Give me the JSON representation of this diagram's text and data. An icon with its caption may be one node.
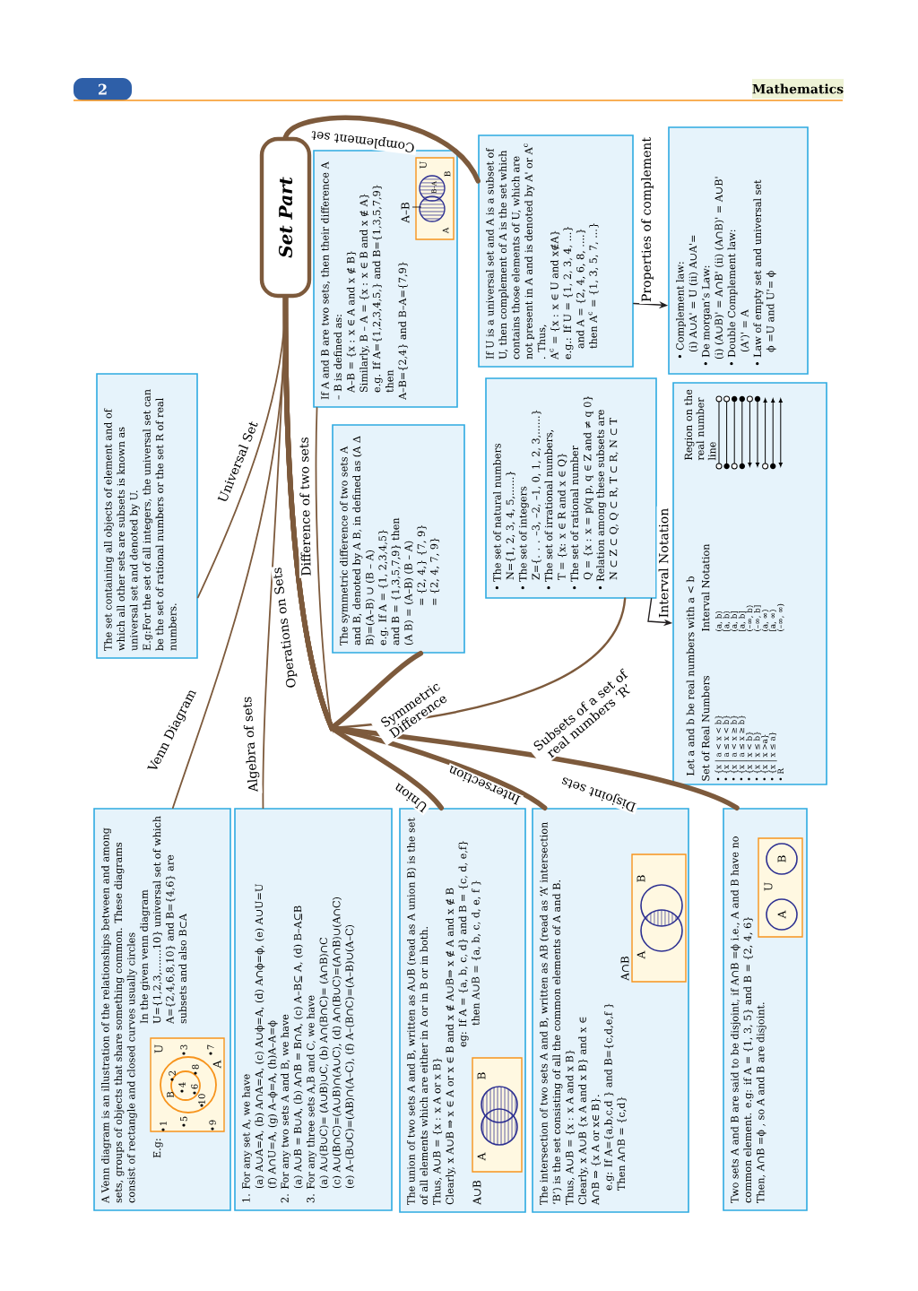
{
  "diagram": {
    "nodes": [
      {
        "text": [
          "Set Part"
        ]
      },
      {
        "text": [
          "The set containing all objects of element and of which all other sets are subsets is known as universal set and denoted by U.",
          "E.g:For the set of all integers, the universal set can be the set of rational numbers or the set R of real numbers."
        ]
      },
      {
        "text": [
          "A Venn diagram is an illustration of the relationships between and among sets, groups of objects that share something common. These diagrams consist of rectangle and closed curves usually circles",
          "E.g:",
          "In the given venn diagram U={1,2,3,.......10} universal set of which A={2,4,6,8,10} and B={4,6} are subsets and also B⊂A"
        ]
      },
      {
        "text": [
          "1. For any set A, we have",
          "(a) A∪A=A, (b) A∩A=A, (c) A∪ϕ=A, (d) A∩ϕ=ϕ, (e) A∪U=U",
          "(f) A∩U=A, (g) A–ϕ=A, (h)A–A=ϕ",
          "2. For any two sets A and B, we have",
          "(a) A∪B = B∪A, (b) A∩B = B∩A, (c) A–B⊆ A, (d) B–A⊆B",
          "3. For any three sets A,B and C, we have",
          "(a) A∪(B∪C)= (A∪B)∪C, (b) A∩(B∩C)= (A∩B)∩C",
          "(c) A∪(B∩C)=(A∪B)∩(A∪C), (d) A∩(B∪C)=(A∩B)∪(A∩C)",
          "(e) A–(B∪C)=(AB)∩(A–C), (f) A–(B∩C)=(A–B)∪(A–C)"
        ]
      },
      {
        "text": [
          "The union of two sets A and B, written as A∪B (read as A union B) is the set of all elements which are either in A or in B or in both.",
          "Thus, A∪B = {x : x A or x B}",
          "Clearly, x A∪B ⇒ x ∈ A or x ∈ B and x ∉ A∪B⇒ x ∉ A and x ∉ B",
          "eg: If A = {a, b, c, d} and B = {c, d, e,f}",
          "then A∪B = {a, b, c, d, e, f }"
        ]
      },
      {
        "text": [
          "The intersection of two sets A and B, written as AB (read as ‘A’ intersection ‘B’) is the set consisting of all the common elements of A and B.",
          "Thus, A∪B = {x : x A and x B}",
          "Clearly, x A∪B {x A and x B} and x ∈ A∩B ⇒ {x A or x∈ B}.",
          "e.g: If A={a,b,c,d } and B={c,d,e,f }",
          "Then A∩B = {c,d}"
        ]
      },
      {
        "text": [
          "Two sets A and B are said to be disjoint, if A∩B =ϕ i.e., A and B have no common element. e.g: if A = {1, 3, 5} and B = {2, 4, 6}",
          "Then, A∩B =ϕ , so A and B are disjoint."
        ]
      },
      {
        "text": [
          "The symmetric difference of two sets A and B, denoted by A B, in defined as (A Δ B)=(A–B) ∪ (B – A)",
          "e.g. If A = {1, 2,3,4,5}",
          "and B = {1,3,5,7,9} then",
          "(A B) = (A–B) (B – A)",
          "= {2, 4,} {7, 9}",
          "= {2, 4, 7, 9}"
        ]
      },
      {
        "text": [
          "If A and B are two sets, then their difference A – B is defined as:",
          "A–B = {x : x ∈ A and x ∉ B}",
          "Similarly, B – A = {x : x ∈ B and x ∉ A}",
          "e.g. If A={1,2,3,4,5,} and B={1,3,5,7,9}",
          "then",
          "A–B={2,4} and B–A={7,9}"
        ]
      },
      {
        "text": [
          "If U is a universal set and A is a subset of U, then complement of A is the set which contains those elements of U, which are not present in A and is denoted by A' or A$^{c}$ . Thus,",
          "A$^{c}$ = {x : x ∈ U and x∉A}",
          "e.g.: If U = {1, 2, 3, 4, ...}",
          "and A = {2, 4, 6, 8, ....}",
          "then A$^{c}$ = {1, 3, 5, 7, ...}"
        ]
      },
      {
        "text": [
          "• Complement law:",
          "(i) A∪A' = U (ii) A∪A'=",
          "• De morgan’s Law:",
          "(i) (A∪B)' = A∩B' (ii) (A∩B)' = A∪B'",
          "• Double Complement law:",
          "(A')' = A",
          "• Law of empty set and universal set",
          "ϕ =U and U'= ϕ"
        ]
      },
      {
        "text": [
          "• The set of natural numbers",
          "N={1, 2, 3, 4, 5,......}",
          "• The set of integers",
          "Z={. . . –3, –2, –1, 0, 1, 2, 3,......}",
          "• The set of irrational numbers,",
          "T = {x: x ∈ R and x ∈ Q}",
          "• The set of rational number",
          "Q = {x : x = p/q p, q ∈ Z and ≠ q 0}",
          "• Relation among these subsets are",
          "N ⊂ Z ⊂ Q, Q ⊂ R, T ⊂ R, N ⊂ T"
        ]
      },
      {
        "text": [
          "Let a and b be real numbers with a < b",
          "Set of Real Numbers",
          "Interval Notation",
          "Region on the real number line",
          "• {x | a < x < b}",
          "(a, b)",
          "• {x | a ≤ x < b}",
          "[a, b)",
          "• {x | a < x ≥ b}",
          "(a, b]",
          "• {x | a ≤ x ≥ b}",
          "[a, b]",
          "• {x | x < b}",
          "(–∞, b)",
          "• {x | x ≤ b}",
          "(–∞, b]",
          "• {x | x >a}",
          "(a, ∞)",
          "• {x | x ≤ a}",
          "[a, ∞)",
          "• R",
          "(–∞, ∞)"
        ]
      }
    ],
    "edges": [
      {
        "from": 0,
        "to": 1,
        "arrow": "none",
        "label": "Universal Set"
      },
      {
        "from": 0,
        "to": 2,
        "arrow": "none",
        "label": "Venn Diagram"
      },
      {
        "from": 0,
        "to": 3,
        "arrow": "none",
        "label": "Algebra of sets"
      },
      {
        "from": 0,
        "to": 8,
        "arrow": "none",
        "label": "Difference of two sets"
      },
      {
        "from": 0,
        "to": 9,
        "arrow": "none",
        "label": "Complement set",
        "style": "thick"
      },
      {
        "from": 0,
        "to": 7,
        "arrow": "none",
        "label": "Symmetric Difference",
        "style": "thick"
      },
      {
        "from": 0,
        "to": 4,
        "arrow": "none",
        "label": "Union",
        "style": "thick"
      },
      {
        "from": 0,
        "to": 5,
        "arrow": "none",
        "label": "Intersection",
        "style": "thick"
      },
      {
        "from": 0,
        "to": 6,
        "arrow": "none",
        "label": "Disjoint sets",
        "style": "thick"
      },
      {
        "from": 0,
        "to": 11,
        "arrow": "none",
        "label": "Subsets of a set of real numbers ‘R’"
      },
      {
        "from": 9,
        "to": 10,
        "arrow": "to",
        "label": "Properties of complement",
        "color": "#231f20"
      },
      {
        "from": 11,
        "to": 12,
        "arrow": "to",
        "label": "Interval Notation",
        "color": "#231f20"
      }
    ],
    "labels": [
      "2",
      "Mathematics",
      "Operations on Sets",
      "U",
      "B",
      "A",
      "1",
      "2",
      "3",
      "4",
      "5",
      "6",
      "7",
      "8",
      "9",
      "10",
      "A",
      "B",
      "A∪B",
      "A",
      "B",
      "A∩B",
      "A",
      "U",
      "B",
      "A",
      "B",
      "B–A",
      "U",
      "A–B"
    ]
  }
}
